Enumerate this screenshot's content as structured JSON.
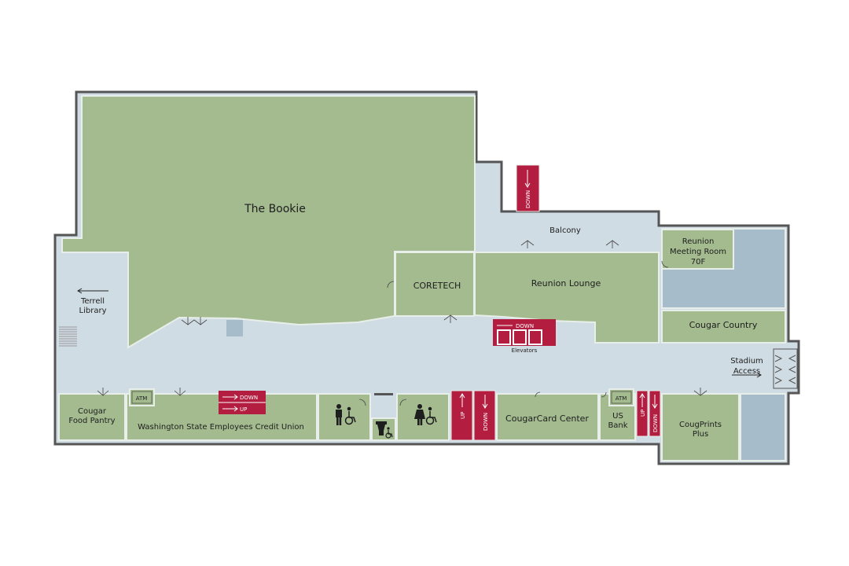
{
  "colors": {
    "wall": "#555555",
    "corridor": "#d0dce3",
    "room": "#a3bb8f",
    "blue_room": "#a7bccb",
    "stairs": "#b31d40",
    "outline": "#e8eee9"
  },
  "labels": {
    "bookie": "The Bookie",
    "balcony": "Balcony",
    "reunion_meeting_1": "Reunion",
    "reunion_meeting_2": "Meeting Room",
    "reunion_meeting_3": "70F",
    "coretech": "CORETECH",
    "reunion_lounge": "Reunion Lounge",
    "cougar_country": "Cougar Country",
    "terrell_1": "Terrell",
    "terrell_2": "Library",
    "stadium_1": "Stadium",
    "stadium_2": "Access",
    "elevators": "Elevators",
    "food_pantry_1": "Cougar",
    "food_pantry_2": "Food Pantry",
    "credit_union": "Washington State Employees Credit Union",
    "cougarcard": "CougarCard Center",
    "us_bank_1": "US",
    "us_bank_2": "Bank",
    "cougprints_1": "CougPrints",
    "cougprints_2": "Plus",
    "atm": "ATM",
    "down": "DOWN",
    "up": "UP"
  },
  "icons": [
    "mens-restroom-icon",
    "womens-restroom-icon",
    "wheelchair-icon",
    "family-restroom-icon",
    "arrow-left-icon",
    "arrow-right-icon",
    "door-icon"
  ]
}
